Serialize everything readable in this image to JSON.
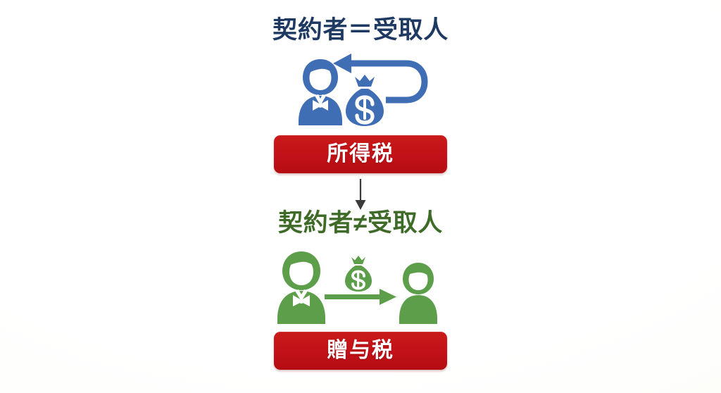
{
  "diagram": {
    "background_color": "#ffffff",
    "sections": [
      {
        "id": "policyholder-equals-beneficiary",
        "title": "契約者＝受取人",
        "title_color": "#1e3a63",
        "accent_color": "#3f6eb4",
        "icons": [
          "person-blue-icon",
          "money-bag-blue-icon",
          "loop-arrow-blue-icon"
        ],
        "tax": {
          "label": "所得税",
          "box_color": "#c4151c",
          "text_color": "#ffffff"
        }
      },
      {
        "id": "policyholder-not-equals-beneficiary",
        "title": "契約者≠受取人",
        "title_color": "#3f6b28",
        "accent_color": "#5d9e4a",
        "icons": [
          "person-green-left-icon",
          "money-bag-green-icon",
          "right-arrow-green-icon",
          "person-green-right-icon"
        ],
        "tax": {
          "label": "贈与税",
          "box_color": "#c4151c",
          "text_color": "#ffffff"
        }
      }
    ],
    "connector": {
      "name": "down-arrow-icon",
      "color": "#3b3b3b",
      "direction": "down"
    },
    "currency_symbol": "$"
  }
}
